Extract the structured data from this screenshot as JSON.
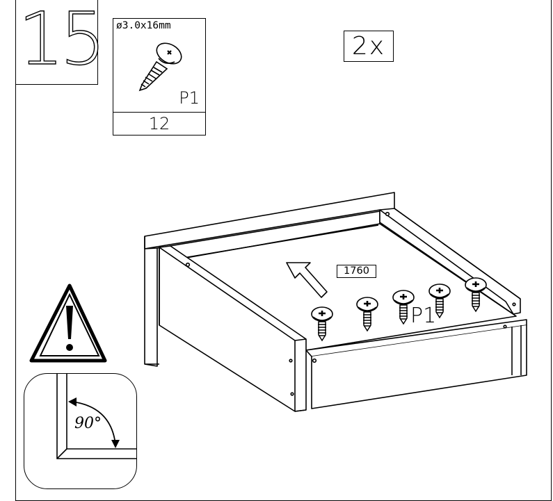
{
  "step": {
    "number": "15"
  },
  "part": {
    "size": "ø3.0x16mm",
    "code": "P1",
    "quantity": "12",
    "icon": "screw-icon"
  },
  "multiplier": "2x",
  "assembly": {
    "arrow_label": "1760",
    "screw_label": "P1",
    "screw_count": 5
  },
  "angle": {
    "text": "90°"
  },
  "warning": {
    "icon": "warning-triangle-icon"
  }
}
